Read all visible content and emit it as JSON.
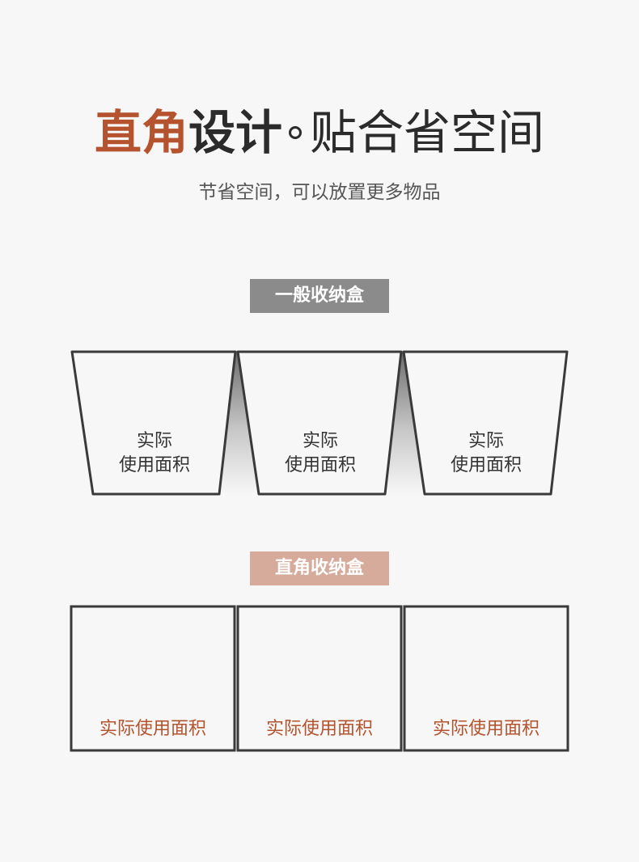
{
  "header": {
    "title_accent": "直角",
    "title_part1": "设计",
    "title_part2": "贴合省空间",
    "subtitle": "节省空间，可以放置更多物品"
  },
  "general_box": {
    "tag": "一般收纳盒",
    "labels": [
      {
        "line1": "实际",
        "line2": "使用面积"
      },
      {
        "line1": "实际",
        "line2": "使用面积"
      },
      {
        "line1": "实际",
        "line2": "使用面积"
      }
    ]
  },
  "right_angle_box": {
    "tag": "直角收纳盒",
    "labels": [
      "实际使用面积",
      "实际使用面积",
      "实际使用面积"
    ]
  },
  "colors": {
    "accent": "#b4532d",
    "tag_general": "#8b8b8b",
    "tag_right": "#d7ab9b",
    "outline": "#3a3a3a"
  }
}
